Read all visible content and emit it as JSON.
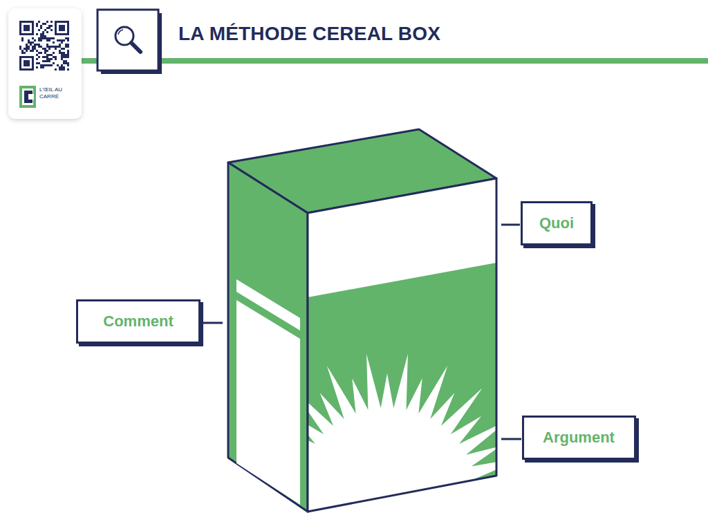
{
  "diagram": {
    "title": "LA MÉTHODE CEREAL BOX",
    "nodes": [
      {
        "text": [
          "Quoi"
        ]
      },
      {
        "text": [
          "Comment"
        ]
      },
      {
        "text": [
          "Argument"
        ]
      }
    ],
    "labels": [
      "L’ŒIL AU CARRÉ"
    ]
  }
}
